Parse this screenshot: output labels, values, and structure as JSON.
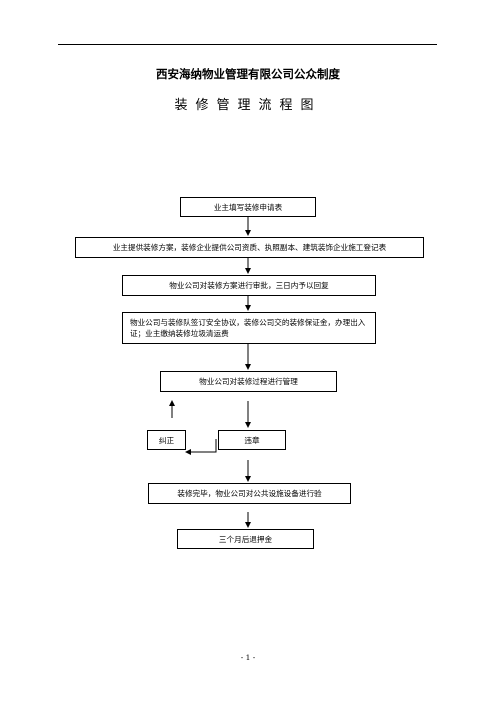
{
  "header": {
    "company": "西安海纳物业管理有限公司公众制度",
    "title": "装修管理流程图"
  },
  "flow": {
    "step1": "业主填写装修申请表",
    "step2": "业主提供装修方案，装修企业提供公司资质、执照副本、建筑装饰企业施工登记表",
    "step3": "物业公司对装修方案进行审批，三日内予以回复",
    "step4": "物业公司与装修队签订安全协议，装修公司交的装修保证金，办理出入证；业主缴纳装修垃圾清运费",
    "step5": "物业公司对装修过程进行管理",
    "correct": "纠正",
    "violation": "违章",
    "step6": "装修完毕，物业公司对公共设施设备进行验",
    "step7": "三个月后退押金"
  },
  "footer": {
    "page_number": "- 1 -"
  }
}
